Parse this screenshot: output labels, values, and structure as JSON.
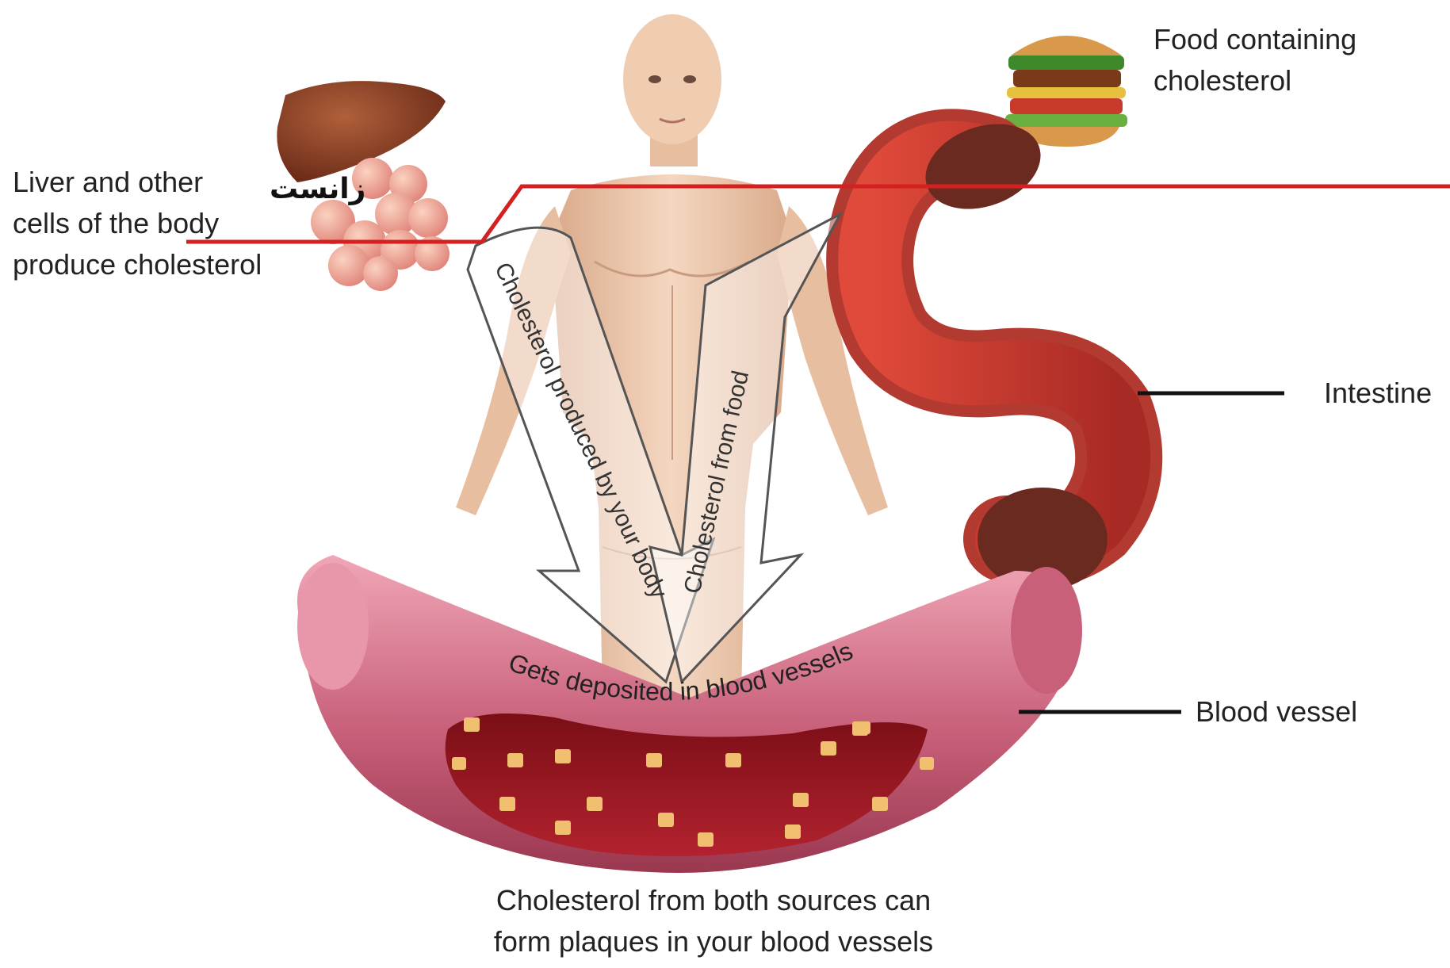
{
  "labels": {
    "food": [
      "Food containing",
      "cholesterol"
    ],
    "liver": [
      "Liver and other",
      "cells of the body",
      "produce cholesterol"
    ],
    "intestine": "Intestine",
    "blood_vessel": "Blood vessel",
    "caption": [
      "Cholesterol from both sources can",
      "form plaques in your blood vessels"
    ]
  },
  "arrows": {
    "produced": "Cholesterol produced by your body",
    "from_food": "Cholesterol from food",
    "deposited": "Gets deposited in blood vessels"
  },
  "watermark": "زانست",
  "colors": {
    "leader_red": "#d42020",
    "liver": "#8a3a22",
    "intestine": "#c0392b",
    "vessel": "#c8607a",
    "plaque": "#f0c070",
    "skin": "#f0cdb0"
  }
}
